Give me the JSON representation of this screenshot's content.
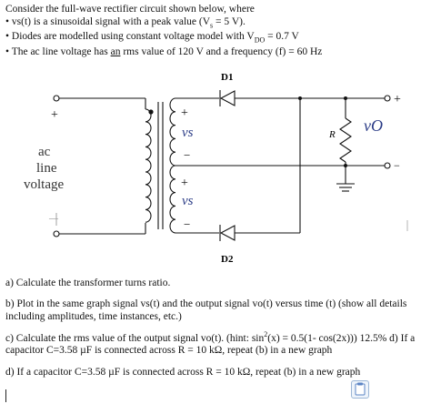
{
  "intro": {
    "line1": "Consider the full-wave rectifier circuit shown below, where",
    "bullet1_prefix": "• vs(t) is a sinusoidal signal with a peak value (V",
    "bullet1_sub": "s",
    "bullet1_suffix": "= 5 V).",
    "bullet2_prefix": "• Diodes are modelled using constant voltage model with V",
    "bullet2_sub": "DO",
    "bullet2_suffix": "= 0.7 V",
    "bullet3_prefix": "• The ac line voltage has ",
    "bullet3_underlined": "an",
    "bullet3_suffix": " rms value of 120 V and a frequency (f) = 60 Hz"
  },
  "diagram": {
    "d1": "D1",
    "d2": "D2",
    "plus_left": "+",
    "minus_left": "—",
    "ac": "ac",
    "line": "line",
    "voltage": "voltage",
    "plus_sec_top": "+",
    "minus_sec_top": "−",
    "vs_top": "vs",
    "plus_sec_bot": "+",
    "minus_sec_bot": "−",
    "vs_bot": "vs",
    "r_label": "R",
    "vo_label": "vO",
    "plus_out": "+",
    "minus_out": "−",
    "colors": {
      "ink": "#111111",
      "label": "#2a3b86"
    }
  },
  "questions": {
    "a": "a) Calculate the transformer turns ratio.",
    "b": "b) Plot in the same graph signal vs(t) and the output signal vo(t) versus time (t) (show all details including amplitudes, time instances, etc.)",
    "c_part1": "c) Calculate the rms value of the output signal vo(t). (hint: sin",
    "c_sup": "2",
    "c_part2": "(x) = 0.5(1- cos(2x))) 12.5% d) If a capacitor C=3.58 µF is connected across R = 10 kΩ, repeat (b) in a new graph",
    "d": "d) If a capacitor C=3.58 µF is connected across R = 10 kΩ, repeat (b) in a new graph"
  }
}
